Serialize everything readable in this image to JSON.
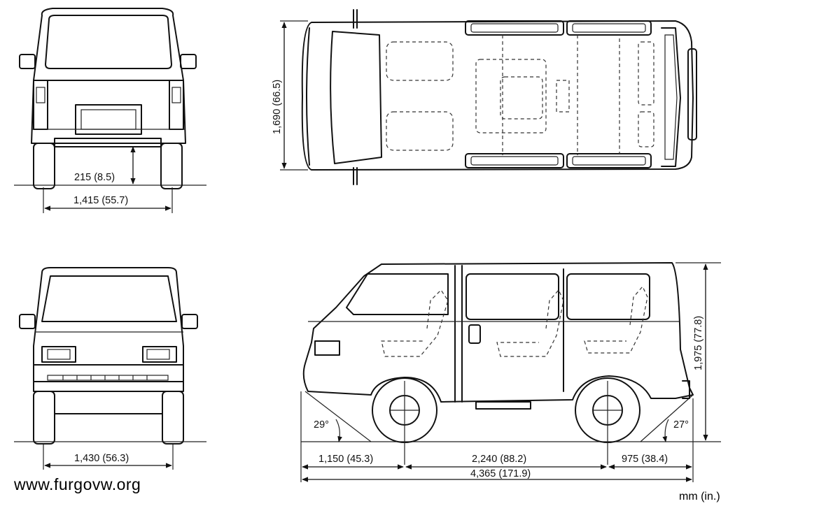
{
  "dimensions": {
    "ground_clearance": "215 (8.5)",
    "rear_track": "1,415 (55.7)",
    "overall_width": "1,690 (66.5)",
    "front_track": "1,430 (56.3)",
    "overall_height": "1,975 (77.8)",
    "approach_angle": "29°",
    "departure_angle": "27°",
    "front_overhang": "1,150 (45.3)",
    "wheelbase": "2,240 (88.2)",
    "rear_overhang": "975 (38.4)",
    "overall_length": "4,365 (171.9)"
  },
  "units": "mm (in.)",
  "watermark": "www.furgovw.org"
}
